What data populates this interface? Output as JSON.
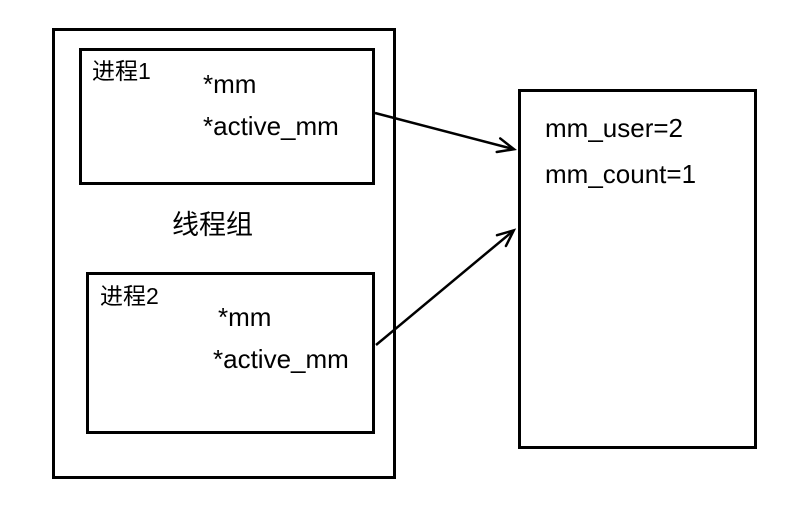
{
  "diagram": {
    "thread_group": {
      "label": "线程组",
      "process1": {
        "title": "进程1",
        "field_mm": "*mm",
        "field_active_mm": "*active_mm"
      },
      "process2": {
        "title": "进程2",
        "field_mm": "*mm",
        "field_active_mm": "*active_mm"
      }
    },
    "mm_struct": {
      "line1": "mm_user=2",
      "line2": "mm_count=1"
    },
    "colors": {
      "line": "#000000",
      "background": "#ffffff",
      "text": "#000000"
    }
  }
}
